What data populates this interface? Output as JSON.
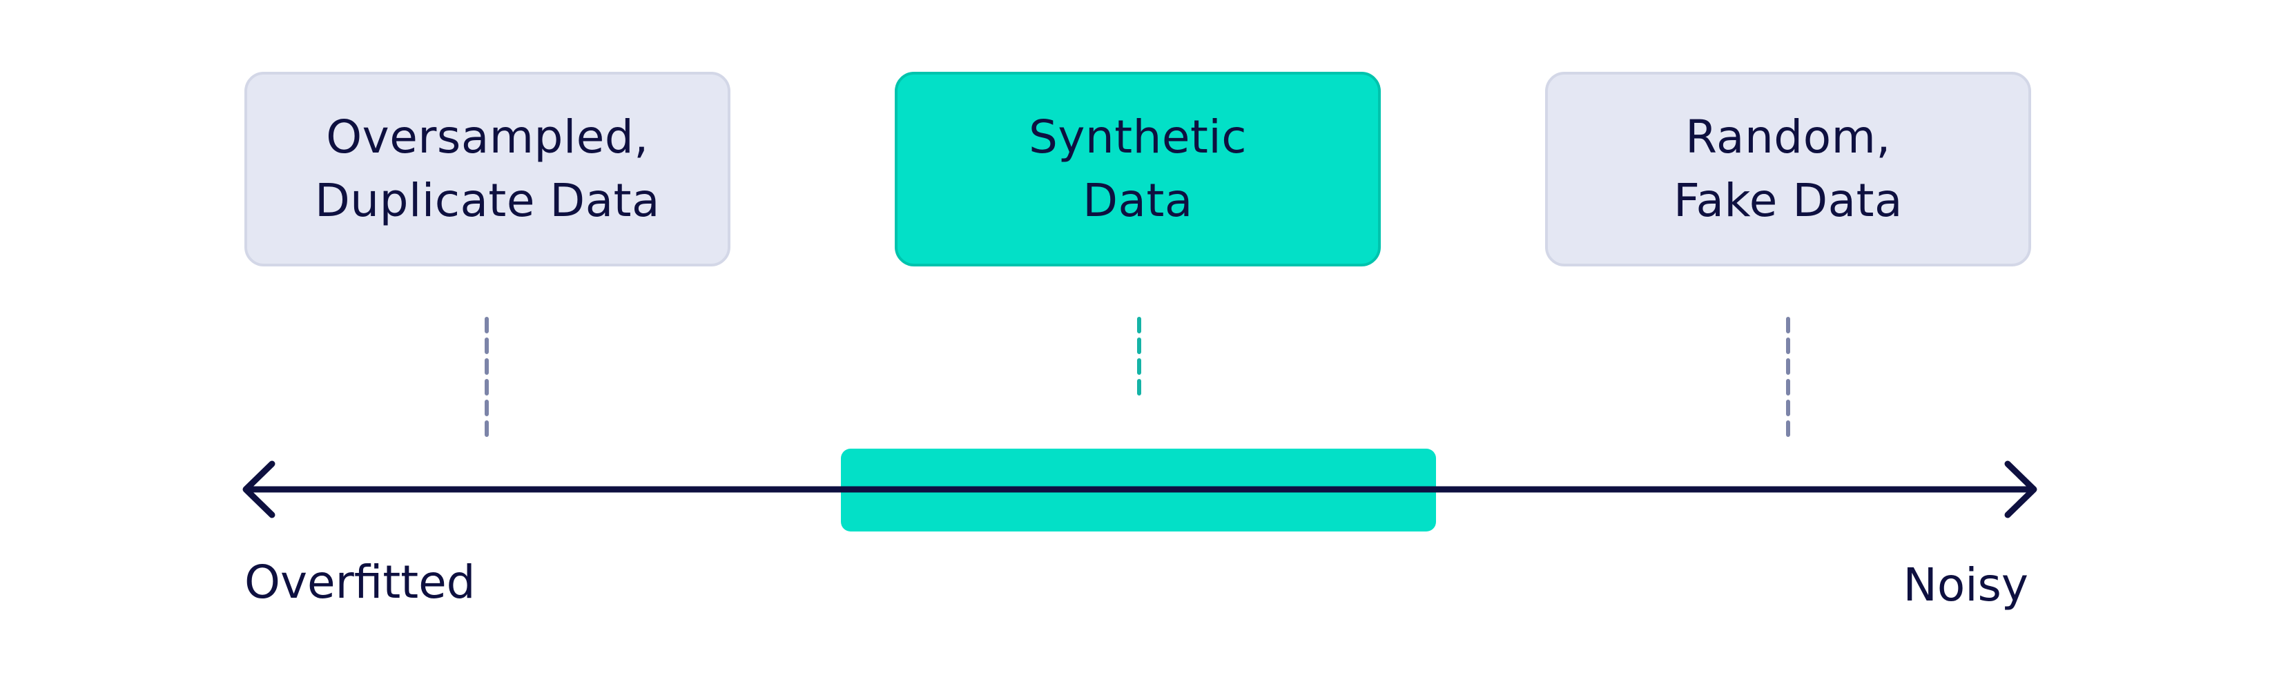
{
  "cards": [
    {
      "id": "left",
      "lines": [
        "Oversampled,",
        "Duplicate Data"
      ]
    },
    {
      "id": "mid",
      "lines": [
        "Synthetic",
        "Data"
      ]
    },
    {
      "id": "right",
      "lines": [
        "Random,",
        "Fake Data"
      ]
    }
  ],
  "axis": {
    "left_label": "Overfitted",
    "right_label": "Noisy"
  },
  "colors": {
    "ink": "#0e1040",
    "accent": "#03e0c7",
    "accent_connector": "#15b3a6",
    "muted_card": "#e4e7f3",
    "muted_connector": "#7c84a8"
  }
}
